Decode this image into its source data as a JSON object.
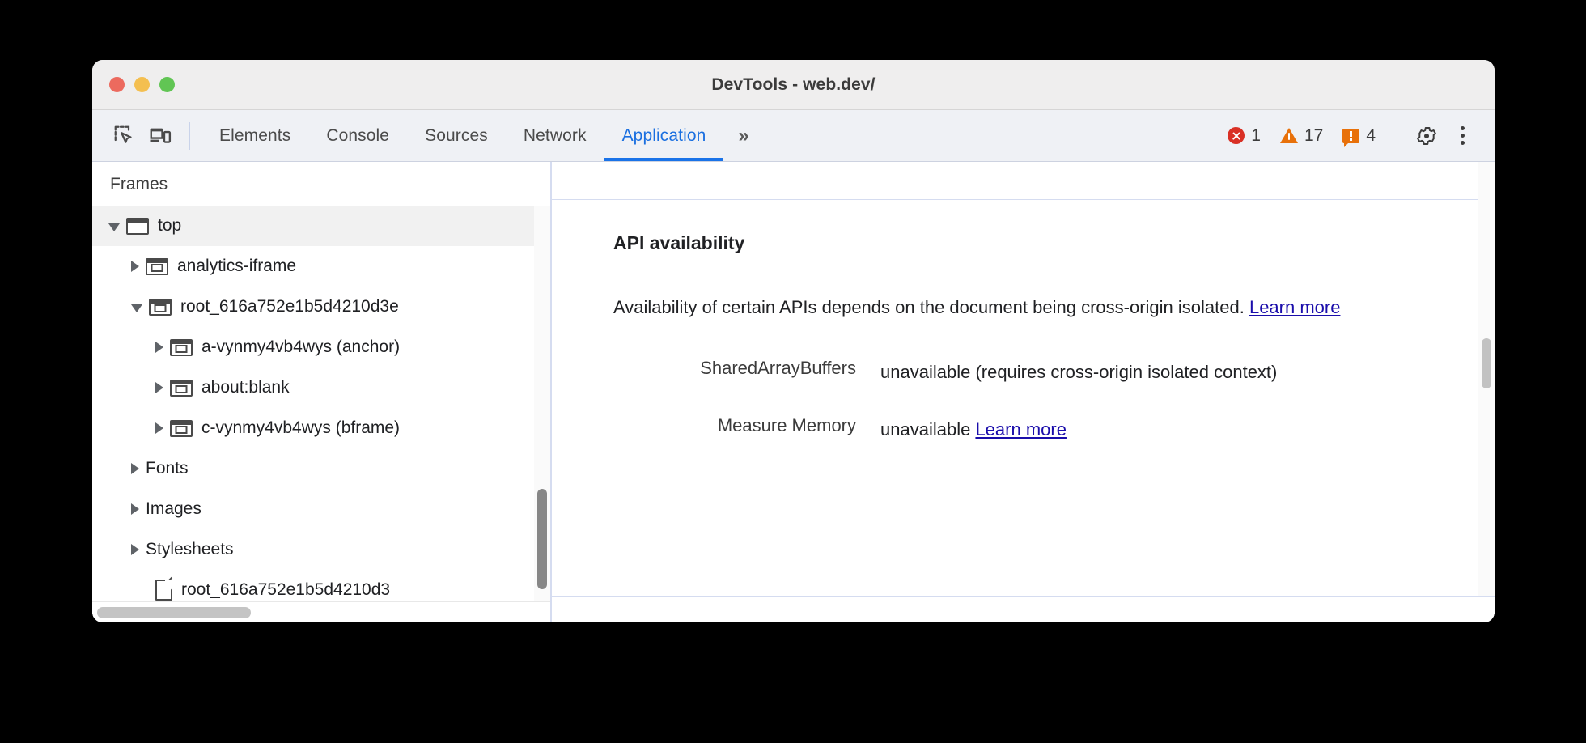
{
  "window": {
    "title": "DevTools - web.dev/",
    "traffic_lights": [
      "close-red",
      "minimize-yellow",
      "zoom-green"
    ]
  },
  "toolbar": {
    "inspect_icon": "inspect-element-icon",
    "device_icon": "device-toolbar-icon",
    "tabs": [
      {
        "label": "Elements",
        "active": false
      },
      {
        "label": "Console",
        "active": false
      },
      {
        "label": "Sources",
        "active": false
      },
      {
        "label": "Network",
        "active": false
      },
      {
        "label": "Application",
        "active": true
      }
    ],
    "more_tabs": "»",
    "counters": {
      "errors": "1",
      "warnings": "17",
      "issues": "4"
    },
    "settings_icon": "gear-icon",
    "menu_icon": "kebab-menu-icon",
    "accent_color": "#1a73e8",
    "error_color": "#d93025",
    "warning_color": "#e8710a"
  },
  "sidebar": {
    "header": "Frames",
    "tree": [
      {
        "label": "top",
        "icon": "frame-top-icon",
        "twisty": "open",
        "depth": 0,
        "selected": true
      },
      {
        "label": "analytics-iframe",
        "icon": "iframe-icon",
        "twisty": "closed",
        "depth": 1,
        "selected": false
      },
      {
        "label": "root_616a752e1b5d4210d3e",
        "icon": "iframe-icon",
        "twisty": "open",
        "depth": 1,
        "selected": false
      },
      {
        "label": "a-vynmy4vb4wys (anchor)",
        "icon": "iframe-icon",
        "twisty": "closed",
        "depth": 2,
        "selected": false
      },
      {
        "label": "about:blank",
        "icon": "iframe-icon",
        "twisty": "closed",
        "depth": 2,
        "selected": false
      },
      {
        "label": "c-vynmy4vb4wys (bframe)",
        "icon": "iframe-icon",
        "twisty": "closed",
        "depth": 2,
        "selected": false
      },
      {
        "label": "Fonts",
        "icon": "none",
        "twisty": "closed",
        "depth": 1,
        "selected": false
      },
      {
        "label": "Images",
        "icon": "none",
        "twisty": "closed",
        "depth": 1,
        "selected": false
      },
      {
        "label": "Stylesheets",
        "icon": "none",
        "twisty": "closed",
        "depth": 1,
        "selected": false
      },
      {
        "label": "root_616a752e1b5d4210d3",
        "icon": "document-icon",
        "twisty": "none",
        "depth": 2,
        "selected": false
      }
    ]
  },
  "content": {
    "section_title": "API availability",
    "description_part1": "Availability of certain APIs depends on the document being cross-origin isolated. ",
    "description_link": "Learn more",
    "rows": [
      {
        "key": "SharedArrayBuffers",
        "value": "unavailable",
        "note": "(requires cross-origin isolated context)",
        "link": ""
      },
      {
        "key": "Measure Memory",
        "value": "unavailable",
        "note": "",
        "link": "Learn more"
      }
    ]
  }
}
